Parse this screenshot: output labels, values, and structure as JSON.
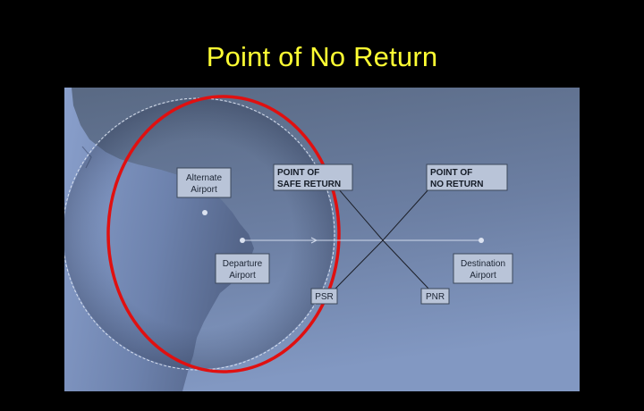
{
  "title": "Point of No Return",
  "labels": {
    "alternate_airport": [
      "Alternate",
      "Airport"
    ],
    "departure_airport": [
      "Departure",
      "Airport"
    ],
    "destination_airport": [
      "Destination",
      "Airport"
    ],
    "point_of_safe_return": [
      "POINT OF",
      "SAFE RETURN"
    ],
    "point_of_no_return": [
      "POINT OF",
      "NO RETURN"
    ],
    "psr": "PSR",
    "pnr": "PNR"
  },
  "colors": {
    "background": "#000000",
    "title": "#ffff33",
    "range_circle": "#e01010",
    "map_sea_dark": "#5a6a87",
    "map_sea_light": "#7f95bd"
  }
}
